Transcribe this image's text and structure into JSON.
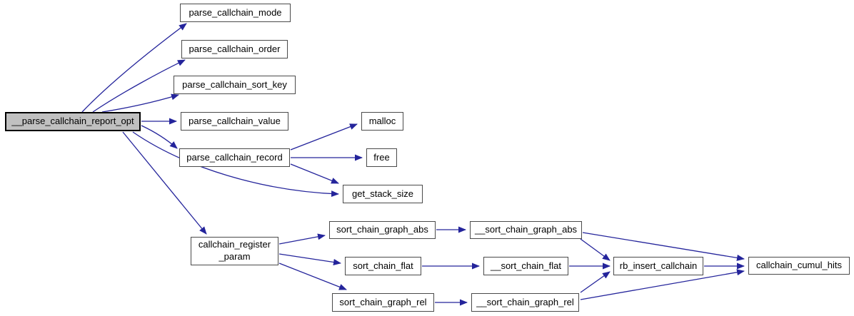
{
  "diagram": {
    "kind": "call-graph",
    "colors": {
      "bg": "#ffffff",
      "edge-color": "#24249b",
      "node-fill": "#ffffff",
      "node-border": "#4a4a4a",
      "root-fill": "#c0c0c0",
      "text-color": "#000000"
    },
    "nodes": [
      {
        "id": "__parse_callchain_report_opt",
        "label": "__parse_callchain_report_opt",
        "root": true
      },
      {
        "id": "parse_callchain_mode",
        "label": "parse_callchain_mode"
      },
      {
        "id": "parse_callchain_order",
        "label": "parse_callchain_order"
      },
      {
        "id": "parse_callchain_sort_key",
        "label": "parse_callchain_sort_key"
      },
      {
        "id": "parse_callchain_value",
        "label": "parse_callchain_value"
      },
      {
        "id": "parse_callchain_record",
        "label": "parse_callchain_record"
      },
      {
        "id": "malloc",
        "label": "malloc"
      },
      {
        "id": "free",
        "label": "free"
      },
      {
        "id": "get_stack_size",
        "label": "get_stack_size"
      },
      {
        "id": "callchain_register_param",
        "label": "callchain_register\n_param"
      },
      {
        "id": "sort_chain_graph_abs",
        "label": "sort_chain_graph_abs"
      },
      {
        "id": "sort_chain_flat",
        "label": "sort_chain_flat"
      },
      {
        "id": "sort_chain_graph_rel",
        "label": "sort_chain_graph_rel"
      },
      {
        "id": "__sort_chain_graph_abs",
        "label": "__sort_chain_graph_abs"
      },
      {
        "id": "__sort_chain_flat",
        "label": "__sort_chain_flat"
      },
      {
        "id": "__sort_chain_graph_rel",
        "label": "__sort_chain_graph_rel"
      },
      {
        "id": "rb_insert_callchain",
        "label": "rb_insert_callchain"
      },
      {
        "id": "callchain_cumul_hits",
        "label": "callchain_cumul_hits"
      }
    ],
    "edges": [
      {
        "from": "__parse_callchain_report_opt",
        "to": "parse_callchain_mode"
      },
      {
        "from": "__parse_callchain_report_opt",
        "to": "parse_callchain_order"
      },
      {
        "from": "__parse_callchain_report_opt",
        "to": "parse_callchain_sort_key"
      },
      {
        "from": "__parse_callchain_report_opt",
        "to": "parse_callchain_value"
      },
      {
        "from": "__parse_callchain_report_opt",
        "to": "parse_callchain_record"
      },
      {
        "from": "__parse_callchain_report_opt",
        "to": "get_stack_size"
      },
      {
        "from": "__parse_callchain_report_opt",
        "to": "callchain_register_param"
      },
      {
        "from": "parse_callchain_record",
        "to": "malloc"
      },
      {
        "from": "parse_callchain_record",
        "to": "free"
      },
      {
        "from": "parse_callchain_record",
        "to": "get_stack_size"
      },
      {
        "from": "callchain_register_param",
        "to": "sort_chain_graph_abs"
      },
      {
        "from": "callchain_register_param",
        "to": "sort_chain_flat"
      },
      {
        "from": "callchain_register_param",
        "to": "sort_chain_graph_rel"
      },
      {
        "from": "sort_chain_graph_abs",
        "to": "__sort_chain_graph_abs"
      },
      {
        "from": "sort_chain_flat",
        "to": "__sort_chain_flat"
      },
      {
        "from": "sort_chain_graph_rel",
        "to": "__sort_chain_graph_rel"
      },
      {
        "from": "__sort_chain_graph_abs",
        "to": "rb_insert_callchain"
      },
      {
        "from": "__sort_chain_graph_abs",
        "to": "callchain_cumul_hits"
      },
      {
        "from": "__sort_chain_flat",
        "to": "rb_insert_callchain"
      },
      {
        "from": "__sort_chain_graph_rel",
        "to": "rb_insert_callchain"
      },
      {
        "from": "__sort_chain_graph_rel",
        "to": "callchain_cumul_hits"
      },
      {
        "from": "rb_insert_callchain",
        "to": "callchain_cumul_hits"
      }
    ]
  }
}
